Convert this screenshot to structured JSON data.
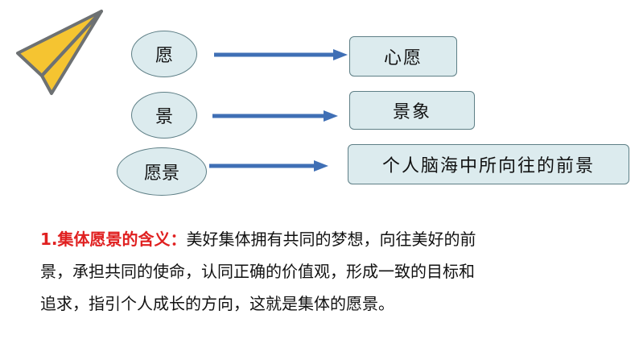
{
  "diagram": {
    "rows": [
      {
        "source": "愿",
        "target": "心愿"
      },
      {
        "source": "景",
        "target": "景象"
      },
      {
        "source": "愿景",
        "target": "个人脑海中所向往的前景"
      }
    ]
  },
  "definition": {
    "term": "1.集体愿景的含义：",
    "lines": [
      "美好集体拥有共同的梦想，向往美好的前",
      "景，承担共同的使命，认同正确的价值观，形成一致的目标和",
      "追求，指引个人成长的方向，这就是集体的愿景。"
    ]
  },
  "colors": {
    "plane_yellow": "#f5c431",
    "plane_gray": "#6d7173",
    "arrow_blue": "#3f6fb5",
    "term_red": "#e02020"
  },
  "icons": {
    "plane": "paper-plane-icon"
  }
}
